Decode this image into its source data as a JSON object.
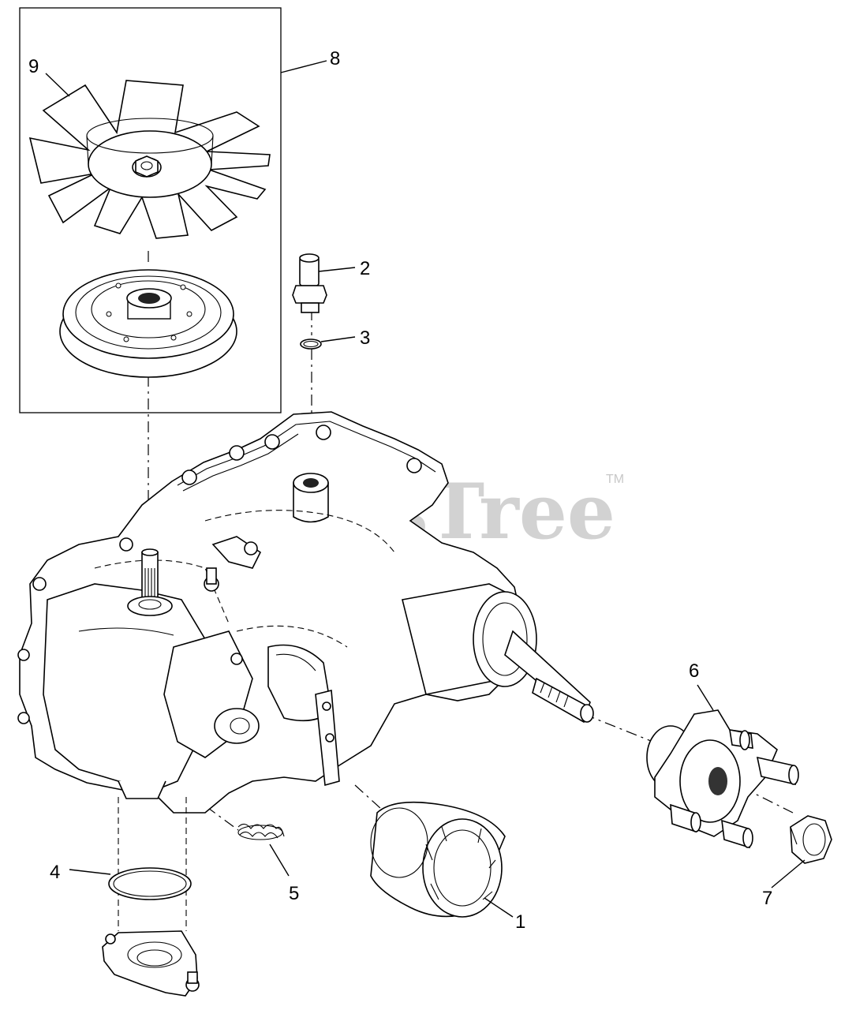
{
  "watermark": {
    "text": "PartsTree",
    "trademark": "TM"
  },
  "callouts": [
    {
      "id": "1",
      "label": "1"
    },
    {
      "id": "2",
      "label": "2"
    },
    {
      "id": "3",
      "label": "3"
    },
    {
      "id": "4",
      "label": "4"
    },
    {
      "id": "5",
      "label": "5"
    },
    {
      "id": "6",
      "label": "6"
    },
    {
      "id": "7",
      "label": "7"
    },
    {
      "id": "8",
      "label": "8"
    },
    {
      "id": "9",
      "label": "9"
    }
  ]
}
